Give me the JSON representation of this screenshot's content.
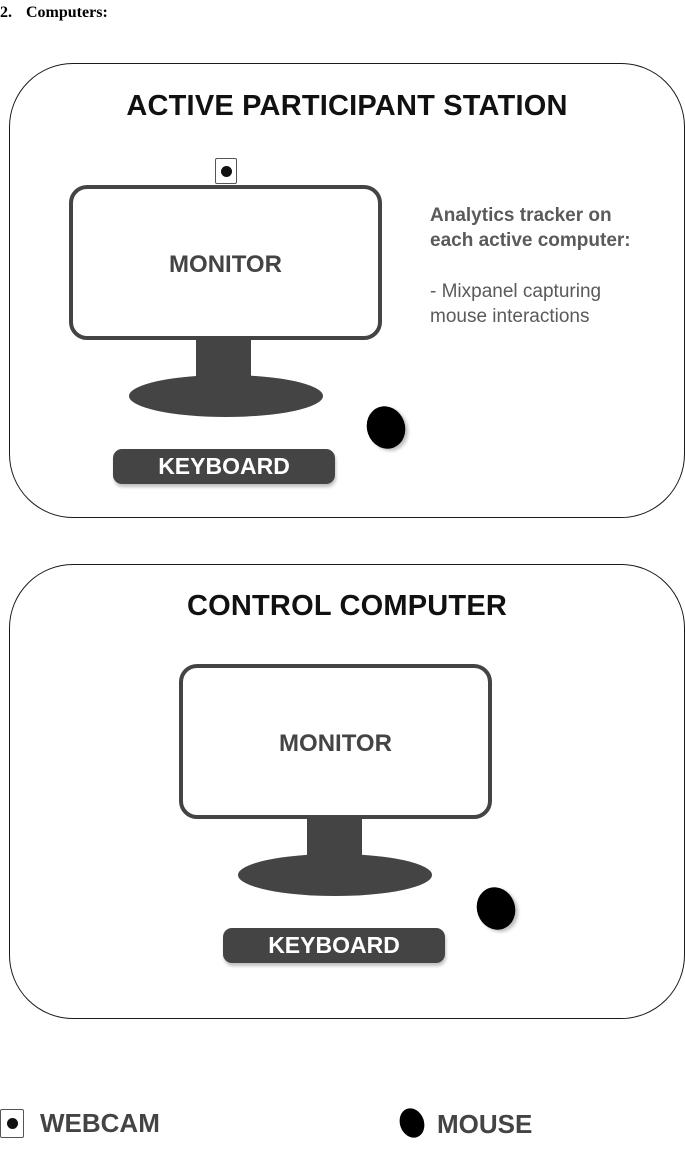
{
  "heading": {
    "number": "2.",
    "text": "Computers:"
  },
  "stations": [
    {
      "title": "ACTIVE PARTICIPANT STATION",
      "monitor_label": "MONITOR",
      "keyboard_label": "KEYBOARD",
      "note": {
        "line1": "Analytics tracker on",
        "line2": "each active computer:",
        "line3": "- Mixpanel capturing",
        "line4": "mouse interactions"
      }
    },
    {
      "title": "CONTROL COMPUTER",
      "monitor_label": "MONITOR",
      "keyboard_label": "KEYBOARD"
    }
  ],
  "legend": {
    "webcam_label": "WEBCAM",
    "mouse_label": "MOUSE"
  },
  "colors": {
    "device": "#444444",
    "outline": "#1a1a1a",
    "note_text": "#5a5a5a"
  }
}
